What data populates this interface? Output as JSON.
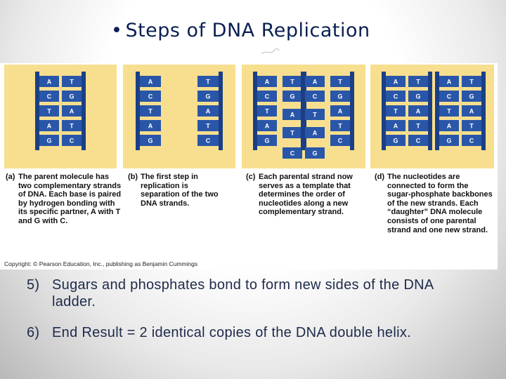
{
  "title": {
    "bullet": "•",
    "text": "Steps of DNA Replication"
  },
  "figure": {
    "panels": [
      {
        "caption_label": "(a)",
        "caption": "The parent molecule has two complementary strands of DNA. Each base is paired by hydrogen bonding with its specific partner, A with T and G with C.",
        "left_bases": [
          "A",
          "C",
          "T",
          "A",
          "G"
        ],
        "right_bases": [
          "T",
          "G",
          "A",
          "T",
          "C"
        ]
      },
      {
        "caption_label": "(b)",
        "caption": "The first step in replication is separation of the two DNA strands.",
        "left_bases": [
          "A",
          "C",
          "T",
          "A",
          "G"
        ],
        "right_bases": [
          "T",
          "G",
          "A",
          "T",
          "C"
        ]
      },
      {
        "caption_label": "(c)",
        "caption": "Each parental strand now serves as a template that determines the order of nucleotides along a new complementary strand.",
        "strand1_parent": [
          "A",
          "C",
          "T",
          "A",
          "G"
        ],
        "strand1_new": [
          "T",
          "G",
          "A",
          "T",
          "C"
        ],
        "strand2_new": [
          "A",
          "C",
          "T",
          "A",
          "G"
        ],
        "strand2_parent": [
          "T",
          "G",
          "A",
          "T",
          "C"
        ]
      },
      {
        "caption_label": "(d)",
        "caption": "The nucleotides are connected to form the sugar-phosphate backbones of the new strands. Each “daughter” DNA molecule consists of one parental strand and one new strand.",
        "mol1_left": [
          "A",
          "C",
          "T",
          "A",
          "G"
        ],
        "mol1_right": [
          "T",
          "G",
          "A",
          "T",
          "C"
        ],
        "mol2_left": [
          "A",
          "C",
          "T",
          "A",
          "G"
        ],
        "mol2_right": [
          "T",
          "G",
          "A",
          "T",
          "C"
        ]
      }
    ],
    "copyright": "Copyright: © Pearson Education, Inc., publishing as Benjamin Cummings",
    "colors": {
      "panel_bg": "#f8df8f",
      "strand_blue": "#2956a8",
      "backbone_dark": "#1b3f86"
    }
  },
  "steps": [
    {
      "num": "5)",
      "text": "Sugars and phosphates bond to form new sides of the DNA ladder."
    },
    {
      "num": "6)",
      "text": "End Result = 2 identical copies of the DNA double helix."
    }
  ]
}
